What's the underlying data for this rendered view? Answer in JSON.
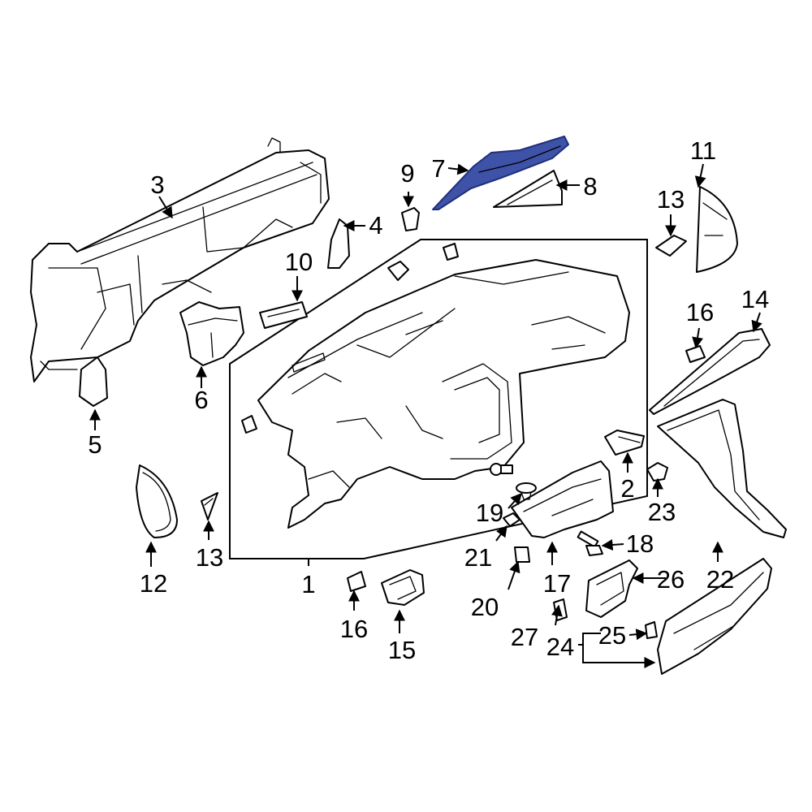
{
  "colors": {
    "line": "#000000",
    "background": "#ffffff",
    "highlight": "#3e52a8"
  },
  "highlighted_part": "7",
  "callouts": {
    "c1": "1",
    "c2": "2",
    "c3": "3",
    "c4": "4",
    "c5": "5",
    "c6": "6",
    "c7": "7",
    "c8": "8",
    "c9": "9",
    "c10": "10",
    "c11": "11",
    "c12": "12",
    "c13a": "13",
    "c13b": "13",
    "c14": "14",
    "c15": "15",
    "c16a": "16",
    "c16b": "16",
    "c17": "17",
    "c18": "18",
    "c19": "19",
    "c20": "20",
    "c21": "21",
    "c22": "22",
    "c23": "23",
    "c24": "24",
    "c25": "25",
    "c26": "26",
    "c27": "27"
  }
}
